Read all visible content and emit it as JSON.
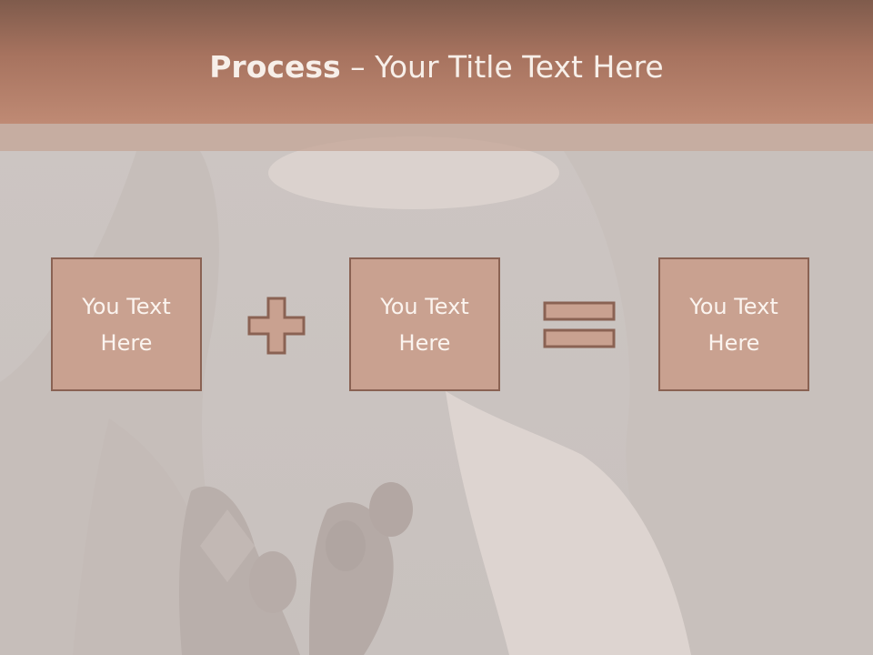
{
  "slide": {
    "title_bold": "Process",
    "title_rest": " – Your Title Text Here",
    "boxes": [
      {
        "text": "You Text Here"
      },
      {
        "text": "You Text Here"
      },
      {
        "text": "You Text Here"
      }
    ],
    "operators": [
      "plus-icon",
      "equals-icon"
    ],
    "colors": {
      "title_bar": "#a7735f",
      "box_fill": "#c9a190",
      "box_border": "#8a6253",
      "text": "#fbf4ef"
    }
  }
}
